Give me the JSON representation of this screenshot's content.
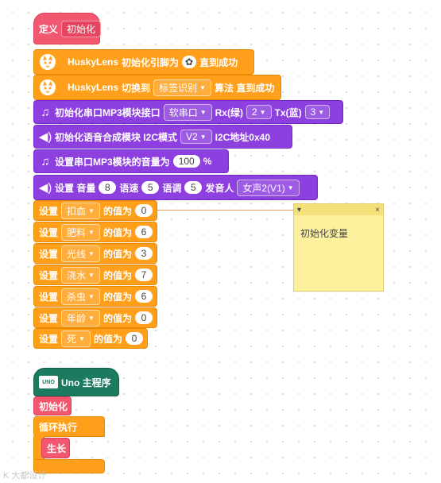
{
  "define": {
    "prefix": "定义",
    "name": "初始化"
  },
  "husky1": {
    "brand": "HuskyLens",
    "text1": "初始化引脚为",
    "text2": "直到成功"
  },
  "husky2": {
    "brand": "HuskyLens",
    "text1": "切换到",
    "algo": "标签识别",
    "text2": "算法 直到成功"
  },
  "mp3init": {
    "text": "初始化串口MP3模块接口",
    "port": "软串口",
    "rx_label": "Rx(绿)",
    "rx": "2",
    "tx_label": "Tx(蓝)",
    "tx": "3"
  },
  "tts_init": {
    "text": "初始化语音合成模块 I2C模式",
    "version": "V2",
    "addr": "I2C地址0x40"
  },
  "volume": {
    "text": "设置串口MP3模块的音量为",
    "value": "100",
    "unit": "%"
  },
  "tts_set": {
    "text": "设置 音量",
    "vol": "8",
    "speed_label": "语速",
    "speed": "5",
    "pitch_label": "语调",
    "pitch": "5",
    "voice_label": "发音人",
    "voice": "女声2(V1)"
  },
  "sets": [
    {
      "prefix": "设置",
      "var": "扣血",
      "mid": "的值为",
      "value": "0"
    },
    {
      "prefix": "设置",
      "var": "肥料",
      "mid": "的值为",
      "value": "6"
    },
    {
      "prefix": "设置",
      "var": "光线",
      "mid": "的值为",
      "value": "3"
    },
    {
      "prefix": "设置",
      "var": "浇水",
      "mid": "的值为",
      "value": "7"
    },
    {
      "prefix": "设置",
      "var": "杀虫",
      "mid": "的值为",
      "value": "6"
    },
    {
      "prefix": "设置",
      "var": "年龄",
      "mid": "的值为",
      "value": "0"
    },
    {
      "prefix": "设置",
      "var": "死",
      "mid": "的值为",
      "value": "0"
    }
  ],
  "comment": {
    "text": "初始化变量",
    "close": "×"
  },
  "uno": {
    "title": "Uno 主程序",
    "chip": "UNO"
  },
  "call_init": "初始化",
  "loop": "循环执行",
  "call_grow": "生长",
  "watermark": "K 大都设计",
  "colors": {
    "orange": "#ff9f1a",
    "purple": "#8e3fe0",
    "pink": "#f3566f",
    "teal": "#1c7a5e"
  }
}
